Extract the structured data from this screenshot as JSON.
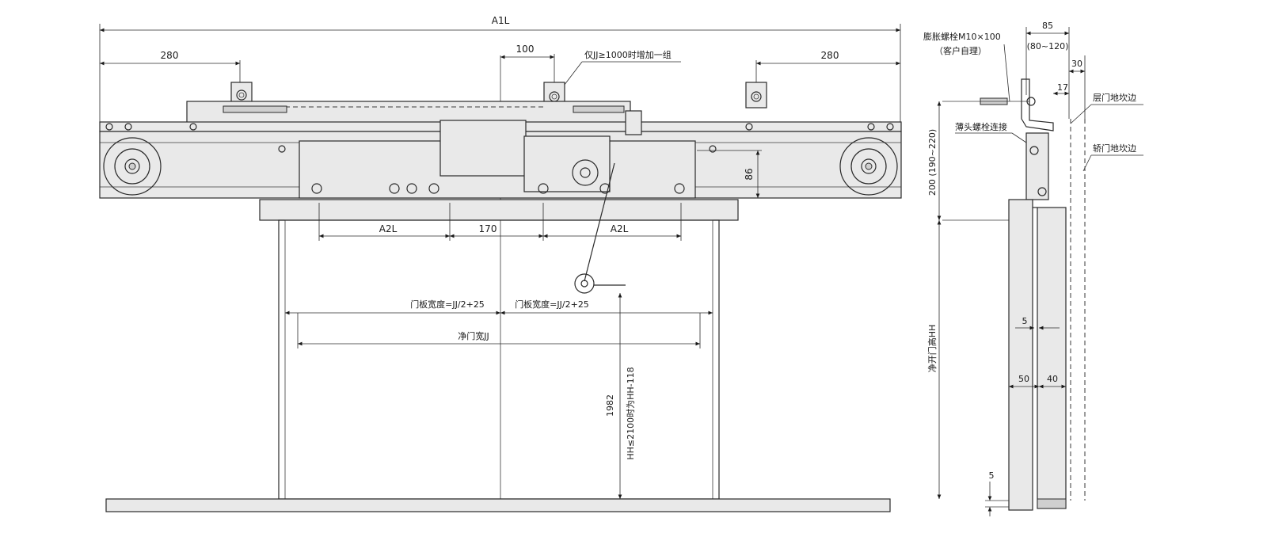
{
  "front_view": {
    "overall_width": "A1L",
    "left_offset": "280",
    "right_offset": "280",
    "center_offset": "100",
    "note_extra_group": "仅JJ≥1000时增加一组",
    "height_86": "86",
    "a2l_left": "A2L",
    "gap_170": "170",
    "a2l_right": "A2L",
    "panel_width_left": "门板宽度=JJ/2+25",
    "panel_width_right": "门板宽度=JJ/2+25",
    "clear_width": "净门宽JJ",
    "height_1982": "1982",
    "height_formula": "HH≤2100时为HH-118"
  },
  "side_view": {
    "depth_85": "85",
    "depth_range": "(80~120)",
    "offset_30": "30",
    "offset_17": "17",
    "bolt_label": "膨胀螺栓M10×100",
    "bolt_sub": "（客户自理）",
    "landing_sill": "层门地坎边",
    "thin_bolt": "薄头螺栓连接",
    "car_sill": "轿门地坎边",
    "height_200": "200 (190~220)",
    "clear_height": "净开门高HH",
    "dim_5_top": "5",
    "dim_50": "50",
    "dim_40": "40",
    "dim_5_bottom": "5"
  }
}
